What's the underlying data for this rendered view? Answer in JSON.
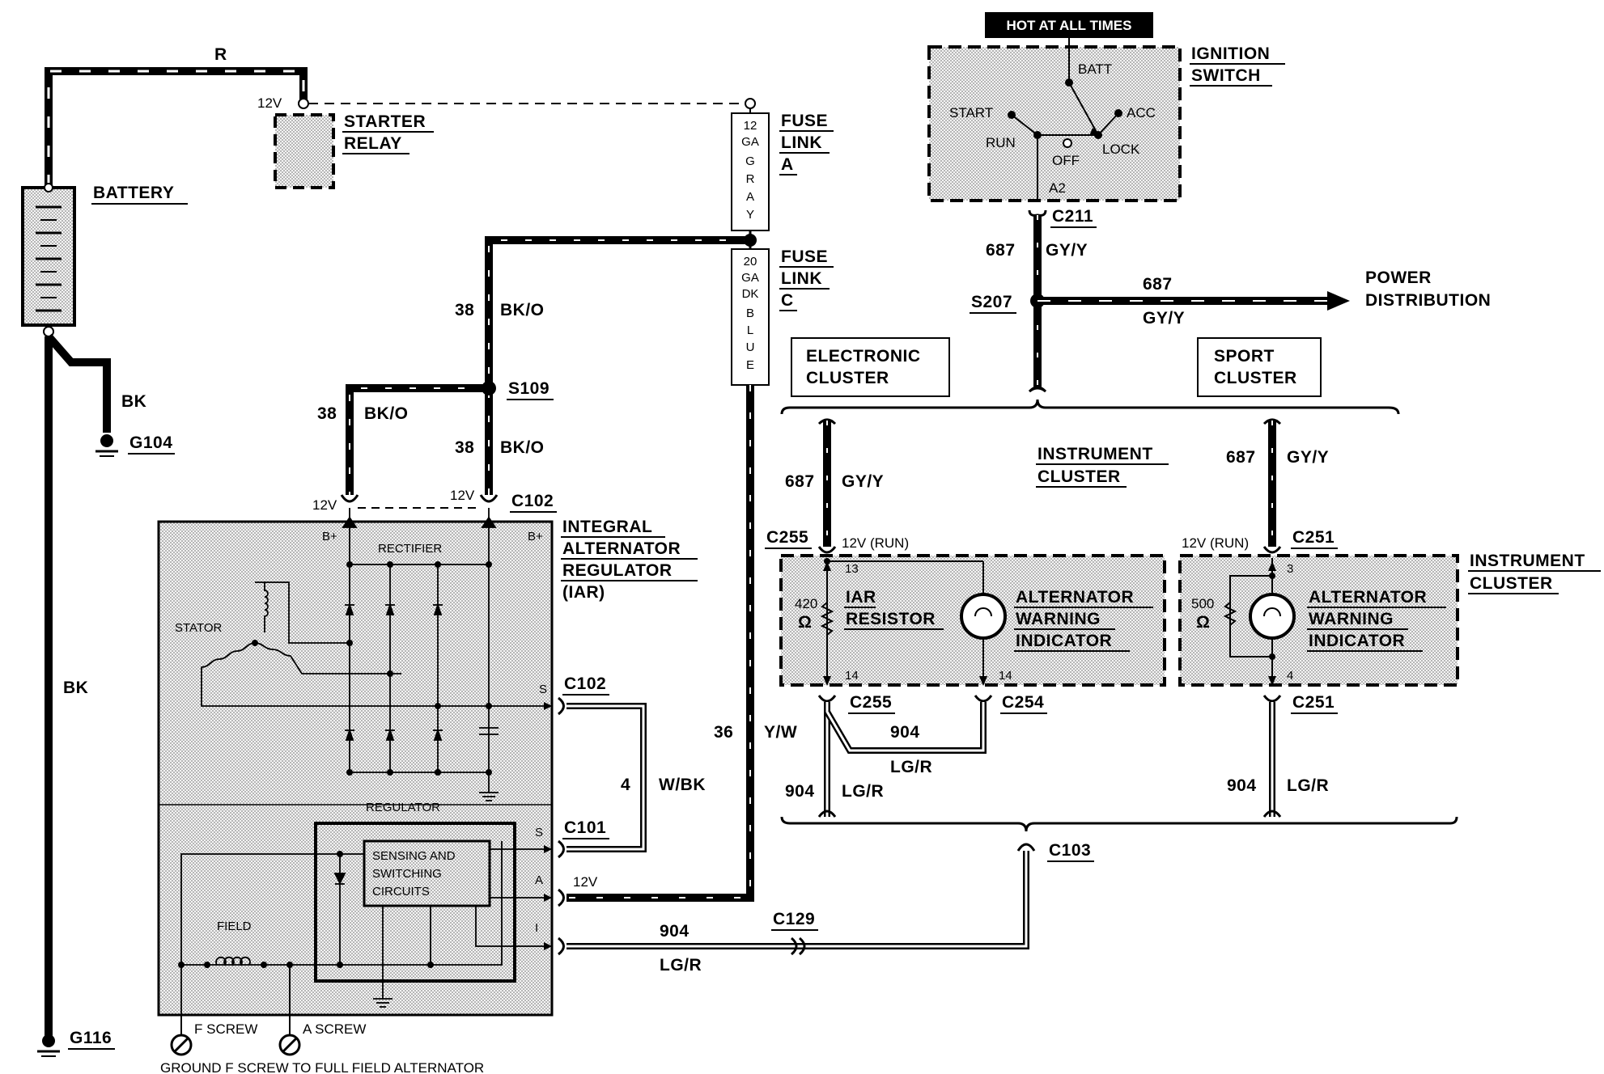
{
  "components": {
    "battery": "BATTERY",
    "starter_relay": [
      "STARTER",
      "RELAY"
    ],
    "fuse_link_a": [
      "FUSE",
      "LINK",
      "A"
    ],
    "fuse_link_a_wire": [
      "12",
      "GA",
      "G",
      "R",
      "A",
      "Y"
    ],
    "fuse_link_c": [
      "FUSE",
      "LINK",
      "C"
    ],
    "fuse_link_c_wire": [
      "20",
      "GA",
      "DK",
      "B",
      "L",
      "U",
      "E"
    ],
    "ignition_switch": [
      "IGNITION",
      "SWITCH"
    ],
    "hot_banner": "HOT AT ALL TIMES",
    "ign_positions": {
      "batt": "BATT",
      "start": "START",
      "acc": "ACC",
      "run": "RUN",
      "off": "OFF",
      "lock": "LOCK",
      "a2": "A2"
    },
    "iar": [
      "INTEGRAL",
      "ALTERNATOR",
      "REGULATOR",
      "(IAR)"
    ],
    "iar_internal": {
      "rectifier": "RECTIFIER",
      "stator": "STATOR",
      "regulator": "REGULATOR",
      "sensing": [
        "SENSING AND",
        "SWITCHING",
        "CIRCUITS"
      ],
      "field": "FIELD"
    },
    "iar_terms": {
      "bplus": "B+",
      "s": "S",
      "a": "A",
      "i": "I"
    },
    "f_screw": "F SCREW",
    "a_screw": "A SCREW",
    "ground_note": "GROUND F SCREW TO FULL FIELD ALTERNATOR",
    "electronic_cluster": [
      "ELECTRONIC",
      "CLUSTER"
    ],
    "sport_cluster": [
      "SPORT",
      "CLUSTER"
    ],
    "instrument_cluster": [
      "INSTRUMENT",
      "CLUSTER"
    ],
    "power_distribution": [
      "POWER",
      "DISTRIBUTION"
    ],
    "iar_resistor": [
      "IAR",
      "RESISTOR"
    ],
    "warning_indicator": [
      "ALTERNATOR",
      "WARNING",
      "INDICATOR"
    ],
    "ohm420": [
      "420",
      "Ω"
    ],
    "ohm500": [
      "500",
      "Ω"
    ]
  },
  "connectors": {
    "c102": "C102",
    "c101": "C101",
    "c103": "C103",
    "c129": "C129",
    "c211": "C211",
    "c251": "C251",
    "c254": "C254",
    "c255": "C255",
    "s109": "S109",
    "s207": "S207",
    "g104": "G104",
    "g116": "G116"
  },
  "pins": {
    "p13": "13",
    "p14": "14",
    "p3": "3",
    "p4": "4"
  },
  "voltages": {
    "v12": "12V",
    "run": "12V (RUN)"
  },
  "wires": {
    "r": "R",
    "bk": "BK",
    "c38": "38",
    "bko": "BK/O",
    "c36": "36",
    "yw": "Y/W",
    "c4": "4",
    "wbk": "W/BK",
    "c904": "904",
    "lgr": "LG/R",
    "c687": "687",
    "gyy": "GY/Y"
  }
}
